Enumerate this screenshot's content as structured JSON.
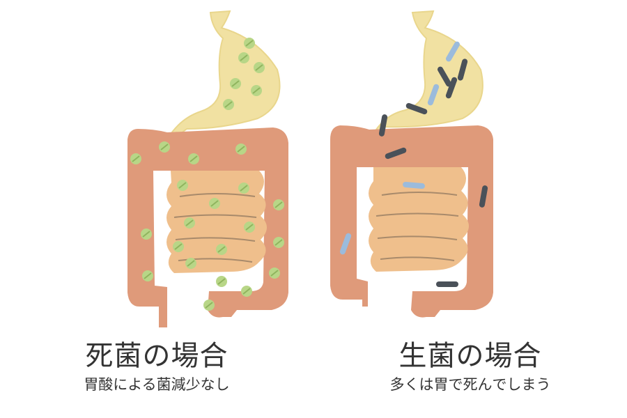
{
  "colors": {
    "stomach": "#f1e1a2",
    "stomach_outline": "#e9d68c",
    "large_intestine": "#df9a7a",
    "small_intestine": "#efbf8c",
    "fold_line": "#a88a6b",
    "dead_bacteria": "#b8d687",
    "dead_bacteria_stripe": "#8fb45e",
    "live_bacteria_dark": "#4a5159",
    "live_bacteria_light": "#9bbbdc",
    "text": "#333333"
  },
  "panels": [
    {
      "id": "dead",
      "title": "死菌の場合",
      "subtitle": "胃酸による菌減少なし",
      "bacteria_kind": "dead"
    },
    {
      "id": "live",
      "title": "生菌の場合",
      "subtitle": "多くは胃で死んでしまう",
      "bacteria_kind": "live"
    }
  ]
}
